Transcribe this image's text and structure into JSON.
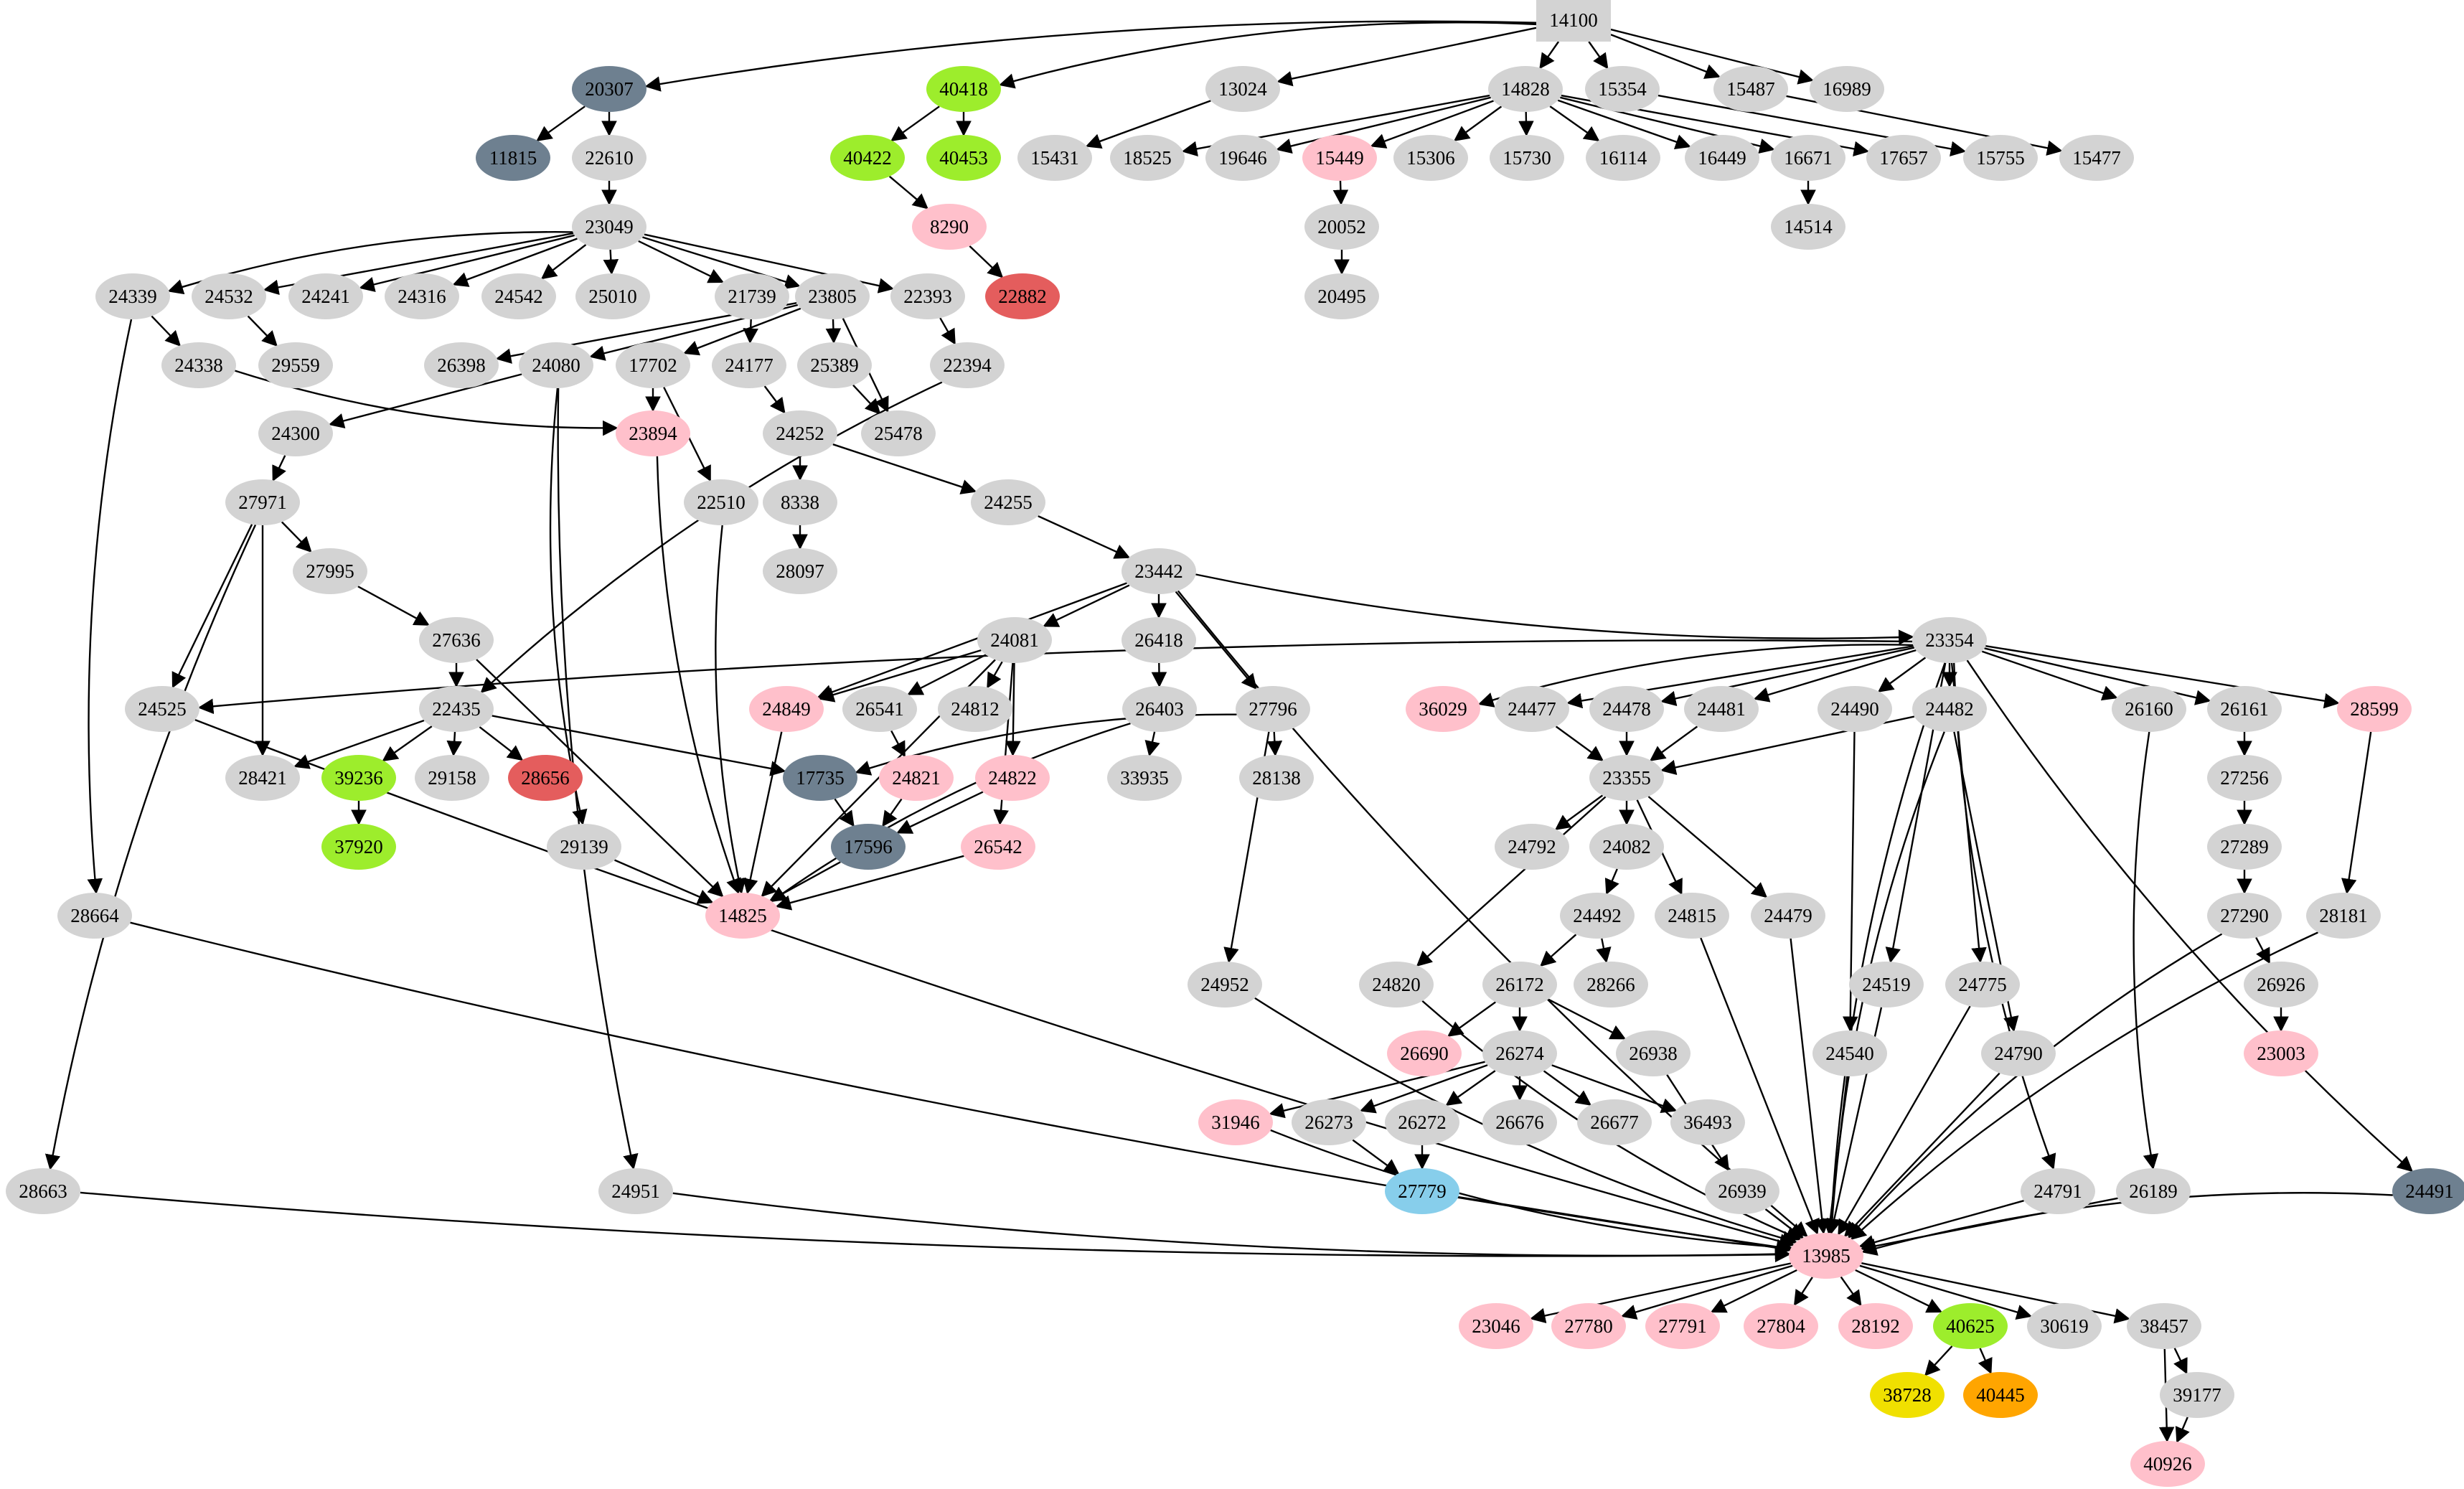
{
  "diagram": {
    "type": "directed-graph",
    "background": "#ffffff",
    "edge_color": "#000000",
    "node_default_shape": "ellipse",
    "root_shape": "box"
  },
  "palette": {
    "gray": "#d3d3d3",
    "pink": "#ffc0cb",
    "slate": "#6e8090",
    "green": "#9ded2c",
    "red": "#e45d5d",
    "yellow": "#f0e000",
    "orange": "#ffa500",
    "blue": "#87ceeb"
  },
  "nodes": [
    [
      "14100",
      2193,
      28,
      "gray",
      "box"
    ],
    [
      "20307",
      849,
      124,
      "slate"
    ],
    [
      "40418",
      1343,
      124,
      "green"
    ],
    [
      "13024",
      1732,
      124,
      "gray"
    ],
    [
      "14828",
      2126,
      124,
      "gray"
    ],
    [
      "15354",
      2261,
      124,
      "gray"
    ],
    [
      "15487",
      2440,
      124,
      "gray"
    ],
    [
      "16989",
      2574,
      124,
      "gray"
    ],
    [
      "11815",
      715,
      220,
      "slate"
    ],
    [
      "22610",
      849,
      220,
      "gray"
    ],
    [
      "40422",
      1209,
      220,
      "green"
    ],
    [
      "40453",
      1343,
      220,
      "green"
    ],
    [
      "15431",
      1470,
      220,
      "gray"
    ],
    [
      "18525",
      1599,
      220,
      "gray"
    ],
    [
      "19646",
      1732,
      220,
      "gray"
    ],
    [
      "15449",
      1867,
      220,
      "pink"
    ],
    [
      "15306",
      1994,
      220,
      "gray"
    ],
    [
      "15730",
      2128,
      220,
      "gray"
    ],
    [
      "16114",
      2262,
      220,
      "gray"
    ],
    [
      "16449",
      2400,
      220,
      "gray"
    ],
    [
      "16671",
      2520,
      220,
      "gray"
    ],
    [
      "17657",
      2653,
      220,
      "gray"
    ],
    [
      "15755",
      2788,
      220,
      "gray"
    ],
    [
      "15477",
      2922,
      220,
      "gray"
    ],
    [
      "23049",
      849,
      316,
      "gray"
    ],
    [
      "8290",
      1323,
      316,
      "pink"
    ],
    [
      "20052",
      1870,
      316,
      "gray"
    ],
    [
      "14514",
      2520,
      316,
      "gray"
    ],
    [
      "24339",
      185,
      413,
      "gray"
    ],
    [
      "24532",
      319,
      413,
      "gray"
    ],
    [
      "24241",
      454,
      413,
      "gray"
    ],
    [
      "24316",
      588,
      413,
      "gray"
    ],
    [
      "24542",
      723,
      413,
      "gray"
    ],
    [
      "25010",
      854,
      413,
      "gray"
    ],
    [
      "21739",
      1048,
      413,
      "gray"
    ],
    [
      "23805",
      1160,
      413,
      "gray"
    ],
    [
      "22393",
      1293,
      413,
      "gray"
    ],
    [
      "22882",
      1425,
      413,
      "red"
    ],
    [
      "20495",
      1870,
      413,
      "gray"
    ],
    [
      "24338",
      277,
      509,
      "gray"
    ],
    [
      "29559",
      412,
      509,
      "gray"
    ],
    [
      "26398",
      643,
      509,
      "gray"
    ],
    [
      "24080",
      775,
      509,
      "gray"
    ],
    [
      "17702",
      910,
      509,
      "gray"
    ],
    [
      "24177",
      1044,
      509,
      "gray"
    ],
    [
      "25389",
      1163,
      509,
      "gray"
    ],
    [
      "22394",
      1348,
      509,
      "gray"
    ],
    [
      "24300",
      412,
      604,
      "gray"
    ],
    [
      "23894",
      910,
      604,
      "pink"
    ],
    [
      "24252",
      1115,
      604,
      "gray"
    ],
    [
      "25478",
      1252,
      604,
      "gray"
    ],
    [
      "27971",
      366,
      700,
      "gray"
    ],
    [
      "22510",
      1005,
      700,
      "gray"
    ],
    [
      "8338",
      1115,
      700,
      "gray"
    ],
    [
      "24255",
      1405,
      700,
      "gray"
    ],
    [
      "27995",
      460,
      796,
      "gray"
    ],
    [
      "28097",
      1115,
      796,
      "gray"
    ],
    [
      "23442",
      1615,
      796,
      "gray"
    ],
    [
      "27636",
      636,
      892,
      "gray"
    ],
    [
      "24081",
      1414,
      892,
      "gray"
    ],
    [
      "26418",
      1615,
      892,
      "gray"
    ],
    [
      "23354",
      2717,
      892,
      "gray"
    ],
    [
      "24525",
      226,
      988,
      "gray"
    ],
    [
      "22435",
      636,
      988,
      "gray"
    ],
    [
      "24849",
      1096,
      988,
      "pink"
    ],
    [
      "26541",
      1226,
      988,
      "gray"
    ],
    [
      "24812",
      1359,
      988,
      "gray"
    ],
    [
      "26403",
      1616,
      988,
      "gray"
    ],
    [
      "27796",
      1774,
      988,
      "gray"
    ],
    [
      "36029",
      2011,
      988,
      "pink"
    ],
    [
      "24477",
      2135,
      988,
      "gray"
    ],
    [
      "24478",
      2267,
      988,
      "gray"
    ],
    [
      "24481",
      2399,
      988,
      "gray"
    ],
    [
      "24490",
      2585,
      988,
      "gray"
    ],
    [
      "24482",
      2717,
      988,
      "gray"
    ],
    [
      "26160",
      2995,
      988,
      "gray"
    ],
    [
      "26161",
      3128,
      988,
      "gray"
    ],
    [
      "28599",
      3309,
      988,
      "pink"
    ],
    [
      "28421",
      366,
      1084,
      "gray"
    ],
    [
      "39236",
      500,
      1084,
      "green"
    ],
    [
      "29158",
      630,
      1084,
      "gray"
    ],
    [
      "28656",
      760,
      1084,
      "red"
    ],
    [
      "17735",
      1143,
      1084,
      "slate"
    ],
    [
      "24821",
      1277,
      1084,
      "pink"
    ],
    [
      "24822",
      1411,
      1084,
      "pink"
    ],
    [
      "33935",
      1595,
      1084,
      "gray"
    ],
    [
      "28138",
      1779,
      1084,
      "gray"
    ],
    [
      "23355",
      2267,
      1084,
      "gray"
    ],
    [
      "27256",
      3128,
      1084,
      "gray"
    ],
    [
      "37920",
      500,
      1180,
      "green"
    ],
    [
      "29139",
      814,
      1180,
      "gray"
    ],
    [
      "17596",
      1210,
      1180,
      "slate"
    ],
    [
      "26542",
      1391,
      1180,
      "pink"
    ],
    [
      "24792",
      2135,
      1180,
      "gray"
    ],
    [
      "24082",
      2267,
      1180,
      "gray"
    ],
    [
      "27289",
      3128,
      1180,
      "gray"
    ],
    [
      "28664",
      132,
      1276,
      "gray"
    ],
    [
      "14825",
      1035,
      1276,
      "pink"
    ],
    [
      "24492",
      2226,
      1276,
      "gray"
    ],
    [
      "24815",
      2358,
      1276,
      "gray"
    ],
    [
      "24479",
      2492,
      1276,
      "gray"
    ],
    [
      "27290",
      3128,
      1276,
      "gray"
    ],
    [
      "28181",
      3266,
      1276,
      "gray"
    ],
    [
      "24952",
      1707,
      1372,
      "gray"
    ],
    [
      "24820",
      1946,
      1372,
      "gray"
    ],
    [
      "26172",
      2118,
      1372,
      "gray"
    ],
    [
      "28266",
      2245,
      1372,
      "gray"
    ],
    [
      "24519",
      2629,
      1372,
      "gray"
    ],
    [
      "24775",
      2763,
      1372,
      "gray"
    ],
    [
      "26926",
      3179,
      1372,
      "gray"
    ],
    [
      "26690",
      1985,
      1468,
      "pink"
    ],
    [
      "26274",
      2118,
      1468,
      "gray"
    ],
    [
      "26938",
      2304,
      1468,
      "gray"
    ],
    [
      "24540",
      2578,
      1468,
      "gray"
    ],
    [
      "24790",
      2813,
      1468,
      "gray"
    ],
    [
      "23003",
      3179,
      1468,
      "pink"
    ],
    [
      "31946",
      1722,
      1564,
      "pink"
    ],
    [
      "26273",
      1852,
      1564,
      "gray"
    ],
    [
      "26272",
      1982,
      1564,
      "gray"
    ],
    [
      "26676",
      2118,
      1564,
      "gray"
    ],
    [
      "26677",
      2250,
      1564,
      "gray"
    ],
    [
      "36493",
      2380,
      1564,
      "gray"
    ],
    [
      "28663",
      60,
      1660,
      "gray"
    ],
    [
      "24951",
      886,
      1660,
      "gray"
    ],
    [
      "27779",
      1982,
      1660,
      "blue"
    ],
    [
      "26939",
      2428,
      1660,
      "gray"
    ],
    [
      "24791",
      2868,
      1660,
      "gray"
    ],
    [
      "26189",
      3001,
      1660,
      "gray"
    ],
    [
      "24491",
      3386,
      1660,
      "slate"
    ],
    [
      "13985",
      2545,
      1750,
      "pink"
    ],
    [
      "23046",
      2085,
      1848,
      "pink"
    ],
    [
      "27780",
      2214,
      1848,
      "pink"
    ],
    [
      "27791",
      2345,
      1848,
      "pink"
    ],
    [
      "27804",
      2482,
      1848,
      "pink"
    ],
    [
      "28192",
      2614,
      1848,
      "pink"
    ],
    [
      "40625",
      2746,
      1848,
      "green"
    ],
    [
      "30619",
      2877,
      1848,
      "gray"
    ],
    [
      "38457",
      3016,
      1848,
      "gray"
    ],
    [
      "38728",
      2658,
      1944,
      "yellow"
    ],
    [
      "40445",
      2788,
      1944,
      "orange"
    ],
    [
      "39177",
      3062,
      1944,
      "gray"
    ],
    [
      "40926",
      3021,
      2040,
      "pink"
    ]
  ],
  "edges": [
    [
      "14100",
      "20307"
    ],
    [
      "14100",
      "40418"
    ],
    [
      "14100",
      "13024"
    ],
    [
      "14100",
      "14828"
    ],
    [
      "14100",
      "15354"
    ],
    [
      "14100",
      "15487"
    ],
    [
      "14100",
      "16989"
    ],
    [
      "20307",
      "11815"
    ],
    [
      "20307",
      "22610"
    ],
    [
      "40418",
      "40422"
    ],
    [
      "40418",
      "40453"
    ],
    [
      "40422",
      "8290"
    ],
    [
      "8290",
      "22882"
    ],
    [
      "13024",
      "15431"
    ],
    [
      "14828",
      "18525"
    ],
    [
      "14828",
      "19646"
    ],
    [
      "14828",
      "15449"
    ],
    [
      "14828",
      "15306"
    ],
    [
      "14828",
      "15730"
    ],
    [
      "14828",
      "16114"
    ],
    [
      "14828",
      "16449"
    ],
    [
      "14828",
      "16671"
    ],
    [
      "14828",
      "17657"
    ],
    [
      "15354",
      "15755"
    ],
    [
      "15487",
      "15477"
    ],
    [
      "15449",
      "20052"
    ],
    [
      "20052",
      "20495"
    ],
    [
      "16671",
      "14514"
    ],
    [
      "22610",
      "23049"
    ],
    [
      "23049",
      "24339"
    ],
    [
      "23049",
      "24532"
    ],
    [
      "23049",
      "24241"
    ],
    [
      "23049",
      "24316"
    ],
    [
      "23049",
      "24542"
    ],
    [
      "23049",
      "25010"
    ],
    [
      "23049",
      "21739"
    ],
    [
      "23049",
      "23805"
    ],
    [
      "23049",
      "22393"
    ],
    [
      "24339",
      "24338"
    ],
    [
      "24339",
      "28664"
    ],
    [
      "24532",
      "29559"
    ],
    [
      "23805",
      "26398"
    ],
    [
      "23805",
      "24080"
    ],
    [
      "23805",
      "17702"
    ],
    [
      "23805",
      "25389"
    ],
    [
      "23805",
      "25478"
    ],
    [
      "21739",
      "24177"
    ],
    [
      "22393",
      "22394"
    ],
    [
      "22394",
      "22435"
    ],
    [
      "24338",
      "23894"
    ],
    [
      "17702",
      "23894"
    ],
    [
      "17702",
      "22510"
    ],
    [
      "24080",
      "24300"
    ],
    [
      "24080",
      "29139"
    ],
    [
      "24080",
      "24951"
    ],
    [
      "24177",
      "24252"
    ],
    [
      "25389",
      "25478"
    ],
    [
      "24300",
      "27971"
    ],
    [
      "27971",
      "27995"
    ],
    [
      "27971",
      "24525"
    ],
    [
      "27971",
      "28421"
    ],
    [
      "27971",
      "28663"
    ],
    [
      "27995",
      "27636"
    ],
    [
      "27636",
      "22435"
    ],
    [
      "27636",
      "14825"
    ],
    [
      "22435",
      "28421"
    ],
    [
      "22435",
      "39236"
    ],
    [
      "22435",
      "29158"
    ],
    [
      "22435",
      "28656"
    ],
    [
      "22435",
      "17735"
    ],
    [
      "39236",
      "37920"
    ],
    [
      "24252",
      "8338"
    ],
    [
      "24252",
      "24255"
    ],
    [
      "8338",
      "28097"
    ],
    [
      "22510",
      "14825"
    ],
    [
      "23894",
      "14825"
    ],
    [
      "24255",
      "23442"
    ],
    [
      "23442",
      "24081"
    ],
    [
      "23442",
      "26418"
    ],
    [
      "23442",
      "24849"
    ],
    [
      "23442",
      "27796"
    ],
    [
      "23442",
      "23354"
    ],
    [
      "23442",
      "13985"
    ],
    [
      "24081",
      "24849"
    ],
    [
      "24081",
      "26541"
    ],
    [
      "24081",
      "24812"
    ],
    [
      "24081",
      "24822"
    ],
    [
      "24081",
      "26542"
    ],
    [
      "24081",
      "14825"
    ],
    [
      "26418",
      "26403"
    ],
    [
      "26541",
      "24821"
    ],
    [
      "26403",
      "33935"
    ],
    [
      "26403",
      "14825"
    ],
    [
      "27796",
      "17735"
    ],
    [
      "27796",
      "28138"
    ],
    [
      "27796",
      "24952"
    ],
    [
      "17735",
      "17596"
    ],
    [
      "24821",
      "17596"
    ],
    [
      "24822",
      "17596"
    ],
    [
      "17596",
      "14825"
    ],
    [
      "26542",
      "14825"
    ],
    [
      "24849",
      "14825"
    ],
    [
      "29139",
      "14825"
    ],
    [
      "23354",
      "36029"
    ],
    [
      "23354",
      "24477"
    ],
    [
      "23354",
      "24478"
    ],
    [
      "23354",
      "24481"
    ],
    [
      "23354",
      "24490"
    ],
    [
      "23354",
      "24482"
    ],
    [
      "23354",
      "26160"
    ],
    [
      "23354",
      "26161"
    ],
    [
      "23354",
      "28599"
    ],
    [
      "23354",
      "24525"
    ],
    [
      "23354",
      "24519"
    ],
    [
      "23354",
      "24775"
    ],
    [
      "23354",
      "24791"
    ],
    [
      "23354",
      "24491"
    ],
    [
      "23354",
      "13985"
    ],
    [
      "24477",
      "23355"
    ],
    [
      "24478",
      "23355"
    ],
    [
      "24481",
      "23355"
    ],
    [
      "24482",
      "23355"
    ],
    [
      "24482",
      "24790"
    ],
    [
      "24482",
      "13985"
    ],
    [
      "23355",
      "24792"
    ],
    [
      "23355",
      "24082"
    ],
    [
      "23355",
      "24815"
    ],
    [
      "23355",
      "24479"
    ],
    [
      "23355",
      "24820"
    ],
    [
      "24082",
      "24492"
    ],
    [
      "24492",
      "26172"
    ],
    [
      "24492",
      "28266"
    ],
    [
      "26172",
      "26690"
    ],
    [
      "26172",
      "26274"
    ],
    [
      "26172",
      "26938"
    ],
    [
      "26274",
      "31946"
    ],
    [
      "26274",
      "26273"
    ],
    [
      "26274",
      "26272"
    ],
    [
      "26274",
      "26676"
    ],
    [
      "26274",
      "26677"
    ],
    [
      "26274",
      "36493"
    ],
    [
      "26273",
      "27779"
    ],
    [
      "26272",
      "27779"
    ],
    [
      "26938",
      "26939"
    ],
    [
      "24490",
      "24540"
    ],
    [
      "26160",
      "26189"
    ],
    [
      "26161",
      "27256"
    ],
    [
      "27256",
      "27289"
    ],
    [
      "27289",
      "27290"
    ],
    [
      "27290",
      "26926"
    ],
    [
      "26926",
      "23003"
    ],
    [
      "27290",
      "13985"
    ],
    [
      "28599",
      "28181"
    ],
    [
      "28181",
      "13985"
    ],
    [
      "24815",
      "13985"
    ],
    [
      "24479",
      "13985"
    ],
    [
      "24519",
      "13985"
    ],
    [
      "24775",
      "13985"
    ],
    [
      "24540",
      "13985"
    ],
    [
      "24790",
      "13985"
    ],
    [
      "24820",
      "13985"
    ],
    [
      "24952",
      "13985"
    ],
    [
      "31946",
      "13985"
    ],
    [
      "27779",
      "13985"
    ],
    [
      "26939",
      "13985"
    ],
    [
      "24791",
      "13985"
    ],
    [
      "26189",
      "13985"
    ],
    [
      "24491",
      "13985"
    ],
    [
      "28663",
      "13985"
    ],
    [
      "28664",
      "13985"
    ],
    [
      "24525",
      "13985"
    ],
    [
      "24951",
      "13985"
    ],
    [
      "13985",
      "23046"
    ],
    [
      "13985",
      "27780"
    ],
    [
      "13985",
      "27791"
    ],
    [
      "13985",
      "27804"
    ],
    [
      "13985",
      "28192"
    ],
    [
      "13985",
      "40625"
    ],
    [
      "13985",
      "30619"
    ],
    [
      "13985",
      "38457"
    ],
    [
      "40625",
      "38728"
    ],
    [
      "40625",
      "40445"
    ],
    [
      "38457",
      "39177"
    ],
    [
      "38457",
      "40926"
    ],
    [
      "39177",
      "40926"
    ]
  ]
}
